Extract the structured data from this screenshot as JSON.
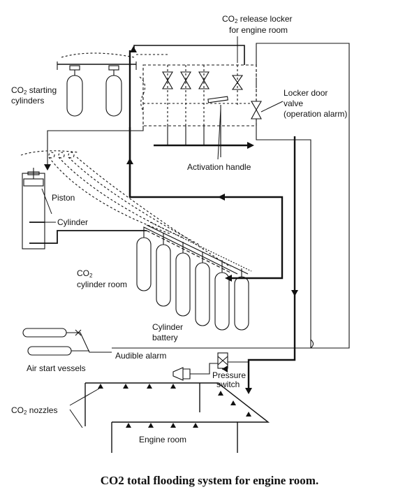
{
  "labels": {
    "locker_l1_pre": "CO",
    "locker_l1_sub": "2",
    "locker_l1_post": " release locker",
    "locker_l2": "for engine room",
    "starting_l1_pre": "CO",
    "starting_l1_sub": "2",
    "starting_l1_post": " starting",
    "starting_l2": "cylinders",
    "door_l1": "Locker door",
    "door_l2": "valve",
    "door_l3": "(operation alarm)",
    "activation": "Activation handle",
    "piston": "Piston",
    "cylinder": "Cylinder",
    "room_l1_pre": "CO",
    "room_l1_sub": "2",
    "room_l2": "cylinder room",
    "battery_l1": "Cylinder",
    "battery_l2": "battery",
    "audible": "Audible alarm",
    "air_start": "Air start vessels",
    "pressure_l1": "Pressure",
    "pressure_l2": "switch",
    "nozzles_pre": "CO",
    "nozzles_sub": "2",
    "nozzles_post": " nozzles",
    "engine_room": "Engine room"
  },
  "caption": "CO2 total flooding system for engine room."
}
